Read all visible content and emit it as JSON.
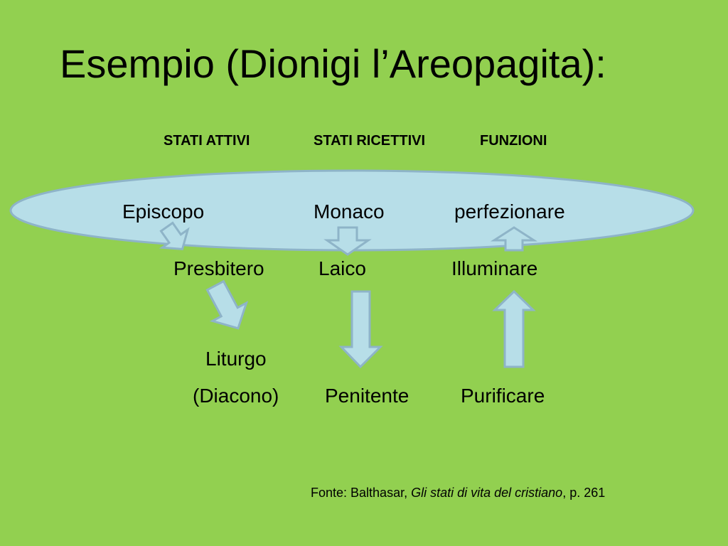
{
  "title": "Esempio (Dionigi l’Areopagita):",
  "headers": {
    "active": "STATI  ATTIVI",
    "receptive": "STATI RICETTIVI",
    "functions": "FUNZIONI"
  },
  "rows": {
    "top": {
      "active": "Episcopo",
      "receptive": "Monaco",
      "function": "perfezionare"
    },
    "middle": {
      "active": "Presbitero",
      "receptive": "Laico",
      "function": "Illuminare"
    },
    "bottom": {
      "active_line1": "Liturgo",
      "active_line2": "(Diacono)",
      "receptive": "Penitente",
      "function": "Purificare"
    }
  },
  "source": {
    "prefix": "Fonte: Balthasar, ",
    "book": "Gli stati di vita del cristiano",
    "suffix": ", p. 261"
  },
  "colors": {
    "background": "#92d050",
    "ellipse_fill": "#b7dee8",
    "arrow_fill": "#b7dee8",
    "arrow_stroke": "#8eb4c8"
  }
}
